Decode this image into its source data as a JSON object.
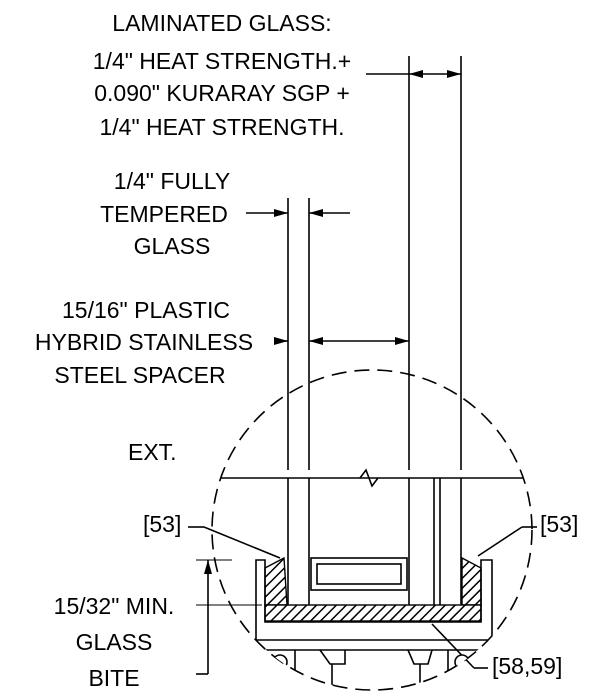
{
  "labels": {
    "laminated": [
      "LAMINATED GLASS:",
      "1/4\" HEAT STRENGTH.+",
      "0.090\" KURARAY SGP +",
      "1/4\" HEAT STRENGTH."
    ],
    "tempered": [
      "1/4\" FULLY",
      "TEMPERED",
      "GLASS"
    ],
    "spacer": [
      "15/16\" PLASTIC",
      "HYBRID STAINLESS",
      "STEEL SPACER"
    ],
    "ext": "EXT.",
    "bite": [
      "15/32\" MIN.",
      "GLASS",
      "BITE"
    ],
    "ref_left": "[53]",
    "ref_right": "[53]",
    "ref_bottom": "[58,59]"
  }
}
